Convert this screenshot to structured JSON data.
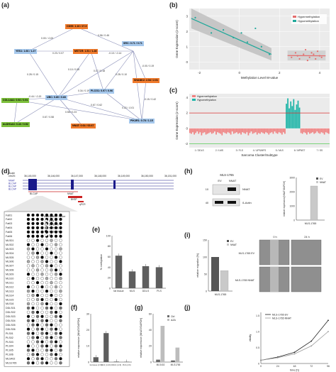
{
  "panels": {
    "a": "(a)",
    "b": "(b)",
    "c": "(c)",
    "d": "(d)",
    "e": "(e)",
    "f": "(f)",
    "g": "(g)",
    "h": "(h)",
    "i": "(i)",
    "j": "(j)"
  },
  "network": {
    "nodes": [
      {
        "id": "cd99",
        "label": "CD99: 1.16 / 27.3",
        "color": "orange"
      },
      {
        "id": "yes1",
        "label": "YES1: 1.66 / 1.27",
        "color": "blue"
      },
      {
        "id": "mst1r",
        "label": "MST1R: 1.51 / 1.28",
        "color": "orange"
      },
      {
        "id": "src",
        "label": "SRC: 0.71 / 0.71",
        "color": "blue"
      },
      {
        "id": "shank2",
        "label": "SHANK2: 2.54 / 2.01",
        "color": "orange"
      },
      {
        "id": "plcg1",
        "label": "PLCG1: 0.97 / 0.96",
        "color": "blue"
      },
      {
        "id": "col14a1",
        "label": "COL14A1: 0.92 / 0.91",
        "color": "green"
      },
      {
        "id": "ubc",
        "label": "UBC: 0.80 / 0.83",
        "color": "blue"
      },
      {
        "id": "aldh1a3",
        "label": "ALDH1A3: 0.43 / 0.52",
        "color": "green"
      },
      {
        "id": "nnat",
        "label": "NNAT: 0.64 / 63.67",
        "color": "orange"
      },
      {
        "id": "pik3r1",
        "label": "PIK3R1: 0.78 / 1.15",
        "color": "blue"
      }
    ],
    "edge_labels": [
      "0.00 / -0.00",
      "0.56 / 0.46",
      "0.23 / 0.07",
      "-0.10 / -0.14",
      "0.28 / 0.15",
      "0.10 / 0.08",
      "0.17 / 0.18",
      "0.28 / 0.10",
      "-0.00 / 0.19",
      "-0.15 / 0.42",
      "0.34 / 0.19",
      "-0.44 / -0.19",
      "0.67 / 0.62",
      "0.56 / 0.23",
      "0.67 / 0.58",
      "0.22 / -0.01"
    ]
  },
  "chart_b": {
    "type": "scatter",
    "xlabel": "Methylation Level M-value",
    "ylabel": "Gene Expression (z-score)",
    "xlim": [
      -2.5,
      4.5
    ],
    "ylim": [
      -0.5,
      3.5
    ],
    "xticks": [
      "-2",
      "0",
      "2",
      "4"
    ],
    "yticks": [
      "0",
      "1",
      "2",
      "3"
    ],
    "legend": [
      "Hypermethylation",
      "Hypomethylation"
    ],
    "colors": {
      "hyper": "#e46e6e",
      "hypo": "#1fa89a"
    },
    "series": [
      {
        "name": "Hypomethylation",
        "x": [
          -2.2,
          -1.4,
          -0.8,
          -0.3,
          0.1,
          0.4,
          0.8,
          1.1,
          1.5
        ],
        "y": [
          2.9,
          1.9,
          2.1,
          1.6,
          1.9,
          1.3,
          2.2,
          1.0,
          0.5
        ]
      },
      {
        "name": "Hypermethylation",
        "x": [
          2.6,
          2.8,
          3.0,
          3.2,
          3.3,
          3.5,
          3.6,
          3.8,
          3.9,
          4.0,
          4.1,
          3.4,
          2.9,
          3.7
        ],
        "y": [
          0.3,
          0.6,
          0.2,
          0.5,
          0.8,
          0.3,
          0.6,
          0.2,
          0.7,
          0.4,
          0.3,
          0.1,
          0.4,
          0.5
        ]
      }
    ]
  },
  "chart_c": {
    "type": "bar",
    "xlabel": "Sarcoma Cluster/Subtype",
    "ylabel": "Gene Expression (z-score)",
    "yticks": [
      "-2",
      "0",
      "2",
      "4"
    ],
    "ylim": [
      -2.5,
      4.5
    ],
    "legend": [
      "Hypermethylation",
      "Hypomethylation"
    ],
    "groups": [
      "1 / DDLS",
      "2 / LMS",
      "3 / FLS",
      "4 / UPS/MFS",
      "5 / MLS",
      "6 / MPNST",
      "7 / SS"
    ],
    "values": [
      -0.6,
      -0.7,
      -0.5,
      -0.8,
      -0.6,
      -0.4,
      -0.7,
      -0.5,
      -0.9,
      -0.6,
      -0.5,
      -0.8,
      -0.7,
      -0.6,
      -0.5,
      -0.7,
      -0.6,
      -0.4,
      -0.8,
      -0.5,
      -0.6,
      -0.7,
      -0.9,
      -0.5,
      -0.6,
      -0.7,
      -0.5,
      -0.6,
      -0.8,
      -0.4,
      -0.7,
      -0.6,
      -0.5,
      -0.7,
      -0.6,
      -0.8,
      -0.5,
      -0.6,
      -0.7,
      -0.5,
      -0.9,
      -0.6,
      -0.4,
      -0.7,
      -0.6,
      -0.5,
      -0.8,
      -0.6,
      -0.7,
      -0.5,
      -0.6,
      -0.7,
      -0.5,
      -0.6,
      -0.8,
      -0.6,
      -0.5,
      -0.7,
      -0.4,
      -0.6,
      -0.7,
      -0.5,
      -0.6,
      -0.8,
      -0.5,
      -0.7,
      3.2,
      3.9,
      2.6,
      3.5,
      2.9,
      3.8,
      2.4,
      3.1,
      3.6,
      2.7,
      -0.6,
      -0.7,
      -0.5,
      -0.6,
      -0.8,
      -0.5,
      -0.7,
      -0.6,
      -0.5,
      -0.7,
      -0.6,
      -0.4,
      -0.6,
      -0.7,
      -0.5,
      -0.6,
      -0.8,
      -0.5,
      -0.6,
      -0.7
    ]
  },
  "panel_d": {
    "scale_label": "Scale",
    "chr_label": "chr20:",
    "coords": [
      "36,145,000",
      "36,146,000",
      "36,147,000",
      "36,148,000",
      "36,149,000",
      "36,150,000",
      "36,151,000"
    ],
    "gene_labels": [
      "NNAT",
      "BLCAP"
    ],
    "tracks": [
      "NNAT",
      "BLCAP",
      "BLCAP",
      "BLCAP"
    ],
    "region_labels": [
      "BHSP",
      "qPCR"
    ],
    "samples": [
      "Fat01",
      "Fat02",
      "Fat03",
      "Fat04",
      "Fat05",
      "Fat06",
      "MLS01",
      "MLS02",
      "MLS03",
      "MLS04",
      "MLS05",
      "MLS06",
      "MLS07",
      "MLS08",
      "MLS09",
      "MLS10",
      "MLS11",
      "MLS12",
      "MLS13",
      "MLS14",
      "MLS15",
      "MLS16",
      "DDLS01",
      "DDLS02",
      "DDLS03",
      "DDLS04",
      "DDLS05",
      "DDLS06",
      "PLS01",
      "PLS02",
      "PLS03",
      "PLS04",
      "PLS05",
      "PLS06",
      "MLS402",
      "MLS1765"
    ],
    "methylation_legend_title": "Methylation Score",
    "methylation_legend": [
      "0-25 %",
      "26-50 %",
      "51-75 %",
      "76-100 %",
      "nd"
    ]
  },
  "chart_e": {
    "type": "bar",
    "ylabel": "% methylation",
    "categories": [
      "fat tissue",
      "MLS",
      "DDLS",
      "PLS"
    ],
    "values": [
      62,
      32,
      42,
      40
    ],
    "ylim": [
      0,
      100
    ],
    "yticks": [
      "0",
      "20",
      "40",
      "60",
      "80",
      "100"
    ]
  },
  "chart_f": {
    "type": "bar",
    "ylabel": "relative expression [NNAT/GAPDH]",
    "categories": [
      "fat tissue (n=6)",
      "MLS (n=16)",
      "DDLS (n=6)",
      "PLS (n=6)"
    ],
    "values": [
      3,
      18,
      0.3,
      0.2
    ],
    "ylim": [
      0,
      30
    ],
    "yticks": [
      "0",
      "10",
      "20",
      "30"
    ]
  },
  "chart_g": {
    "type": "bar",
    "ylabel": "relative expression [NNAT/GAPDH]",
    "categories": [
      "MLS402",
      "MLS1765"
    ],
    "legend": [
      "Ctrl",
      "AZA"
    ],
    "series": [
      {
        "name": "Ctrl",
        "values": [
          3,
          2
        ]
      },
      {
        "name": "AZA",
        "values": [
          45,
          18
        ]
      }
    ],
    "ylim": [
      0,
      60
    ],
    "yticks": [
      "0",
      "20",
      "40",
      "60"
    ]
  },
  "panel_h": {
    "title": "MLS-1765",
    "lanes": [
      "EV",
      "NNAT"
    ],
    "bands": [
      "NNAT",
      "ß-Actin"
    ],
    "markers": [
      "10",
      "40"
    ],
    "bar_legend": [
      "EV",
      "NNAT"
    ],
    "bar_values": [
      1,
      2400
    ],
    "bar_ylabel": "relative expression [NNAT/GAPDH]",
    "bar_xlabel": "MLS-1765",
    "yticks": [
      "0",
      "1000",
      "2000",
      "3000"
    ]
  },
  "panel_i": {
    "legend": [
      "EV",
      "NNAT"
    ],
    "values": [
      100,
      60
    ],
    "ylabel": "relative migration [%]",
    "xlabel": "MLS-1765",
    "yticks": [
      "0",
      "50",
      "100",
      "150"
    ],
    "time_labels": [
      "0 h",
      "24 h"
    ],
    "row_labels": [
      "MLS-1765 EV",
      "MLS-1765 NNAT"
    ]
  },
  "chart_j": {
    "type": "line",
    "xlabel": "time [h]",
    "ylabel": "vitality",
    "x": [
      0,
      24,
      48,
      72,
      96
    ],
    "xticks": [
      "0",
      "24",
      "48",
      "72",
      "96"
    ],
    "yticks": [
      "0",
      "0.5",
      "1.0",
      "1.5"
    ],
    "ylim": [
      0,
      1.6
    ],
    "series": [
      {
        "name": "MLS-1765 EV",
        "values": [
          0.1,
          0.2,
          0.35,
          0.7,
          1.35
        ],
        "color": "#222"
      },
      {
        "name": "MLS-1765 NNAT",
        "values": [
          0.1,
          0.18,
          0.3,
          0.55,
          1.0
        ],
        "color": "#999"
      }
    ]
  }
}
